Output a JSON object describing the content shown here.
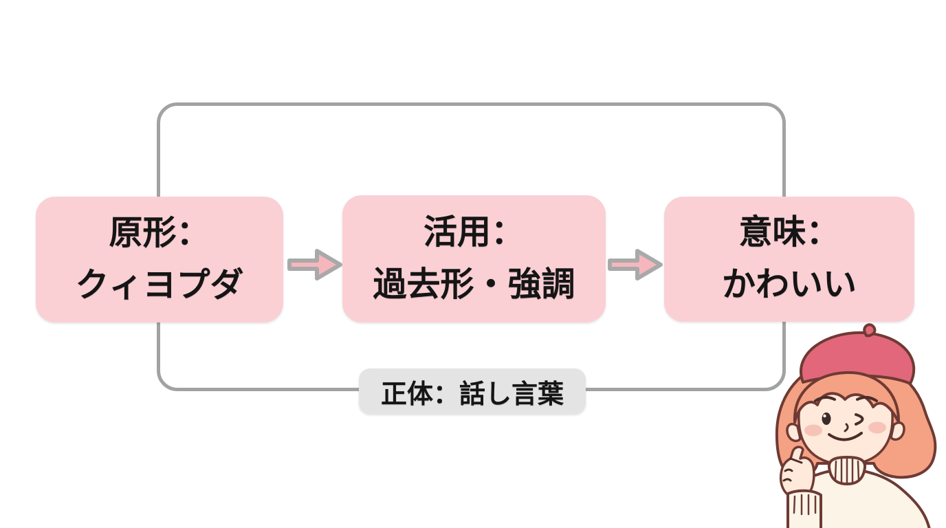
{
  "flow": {
    "boxes": [
      {
        "id": "base-form",
        "line1": "原形：",
        "line2": "クィヨプダ"
      },
      {
        "id": "conjugation",
        "line1": "活用：",
        "line2": "過去形・強調"
      },
      {
        "id": "meaning",
        "line1": "意味：",
        "line2": "かわいい"
      }
    ],
    "footer_label": "正体：話し言葉",
    "colors": {
      "box_fill": "#FAD0D5",
      "box_text": "#151515",
      "arrow_fill": "#F6B7BC",
      "arrow_stroke": "#A9A9A9",
      "frame_stroke": "#A2A2A2",
      "label_fill": "#E4E4E4",
      "label_text": "#151515",
      "bg": "#FFFFFF"
    }
  },
  "character": {
    "label": "winking girl with red beret making a finger heart",
    "colors": {
      "beret": "#E2677A",
      "hair": "#F5A183",
      "skin": "#FFE9DA",
      "sweater": "#FBF4E7",
      "outline": "#6E3A34",
      "blush": "#F5B9B0"
    }
  }
}
